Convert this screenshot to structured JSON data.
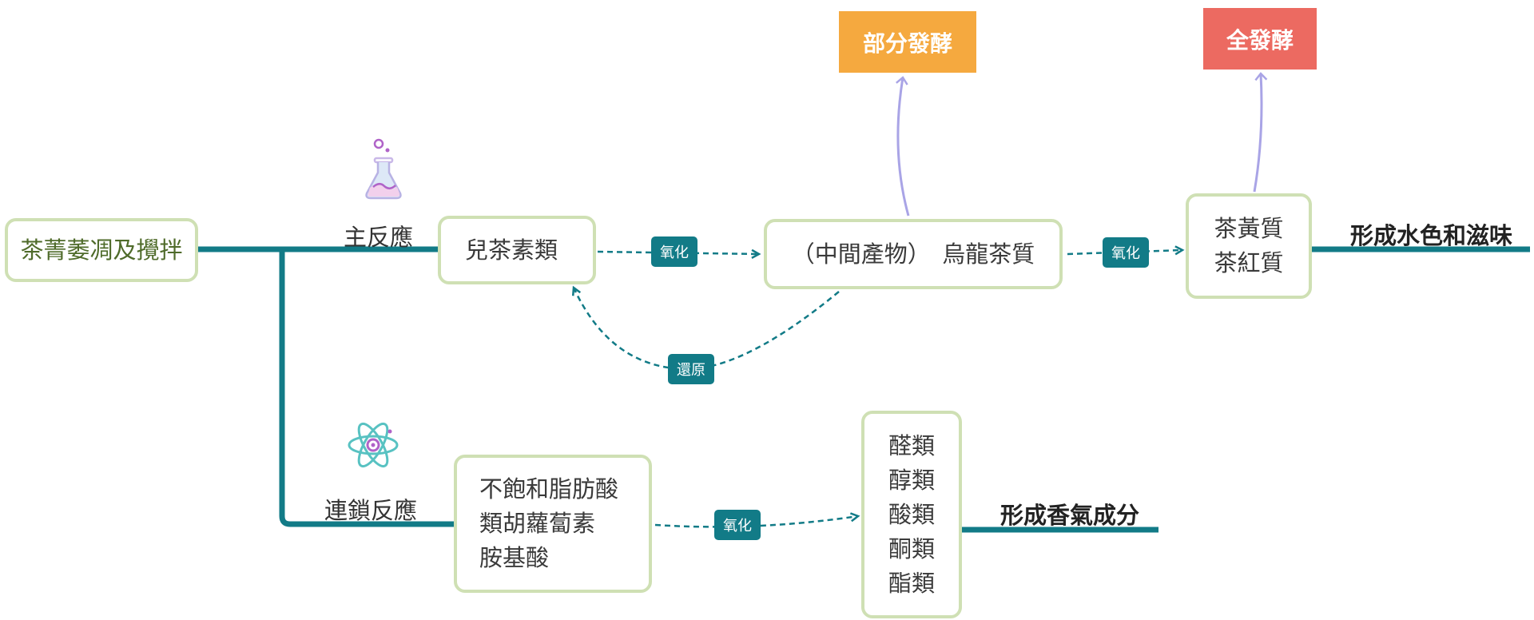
{
  "start": {
    "label": "茶菁萎凋及攪拌"
  },
  "branches": {
    "main": "主反應",
    "chain": "連鎖反應"
  },
  "nodes": {
    "catechins": "兒茶素類",
    "intermediate": "（中間產物）　烏龍茶質",
    "theaflavins": [
      "茶黃質",
      "茶紅質"
    ],
    "precursors": [
      "不飽和脂肪酸",
      "類胡蘿蔔素",
      "胺基酸"
    ],
    "aroma": [
      "醛類",
      "醇類",
      "酸類",
      "酮類",
      "酯類"
    ]
  },
  "edges": {
    "oxidize_1": "氧化",
    "oxidize_2": "氧化",
    "reduce": "還原",
    "oxidize_3": "氧化"
  },
  "tags": {
    "partial": "部分發酵",
    "full": "全發酵"
  },
  "outcomes": {
    "color_taste": "形成水色和滋味",
    "aroma": "形成香氣成分"
  },
  "icons": {
    "main": "flask-icon",
    "chain": "atom-icon"
  },
  "colors": {
    "trunk": "#127b87",
    "box_border": "#cfe0b4",
    "arrow_purple": "#a9a4e6",
    "partial": "#f5a93f",
    "full": "#ec6a61",
    "flask": "#b063c8",
    "atom": "#58c2c2"
  }
}
